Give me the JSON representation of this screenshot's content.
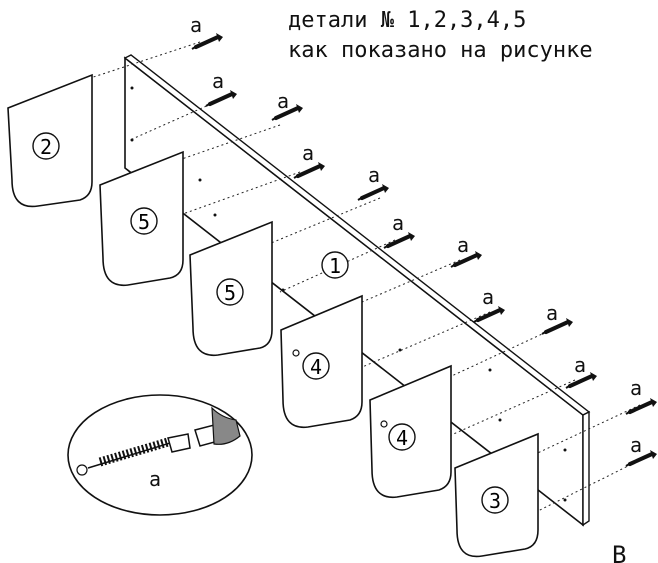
{
  "caption": {
    "line1": "детали № 1,2,3,4,5",
    "line2": "как показано на рисунке"
  },
  "fastener_label": "a",
  "panels": [
    {
      "id": "panel-1",
      "number": "1"
    },
    {
      "id": "panel-2",
      "number": "2"
    },
    {
      "id": "panel-3",
      "number": "3"
    },
    {
      "id": "panel-4a",
      "number": "4"
    },
    {
      "id": "panel-4b",
      "number": "4"
    },
    {
      "id": "panel-5a",
      "number": "5"
    },
    {
      "id": "panel-5b",
      "number": "5"
    }
  ],
  "detail_callout": {
    "label": "a"
  },
  "corner_fragment": "B"
}
